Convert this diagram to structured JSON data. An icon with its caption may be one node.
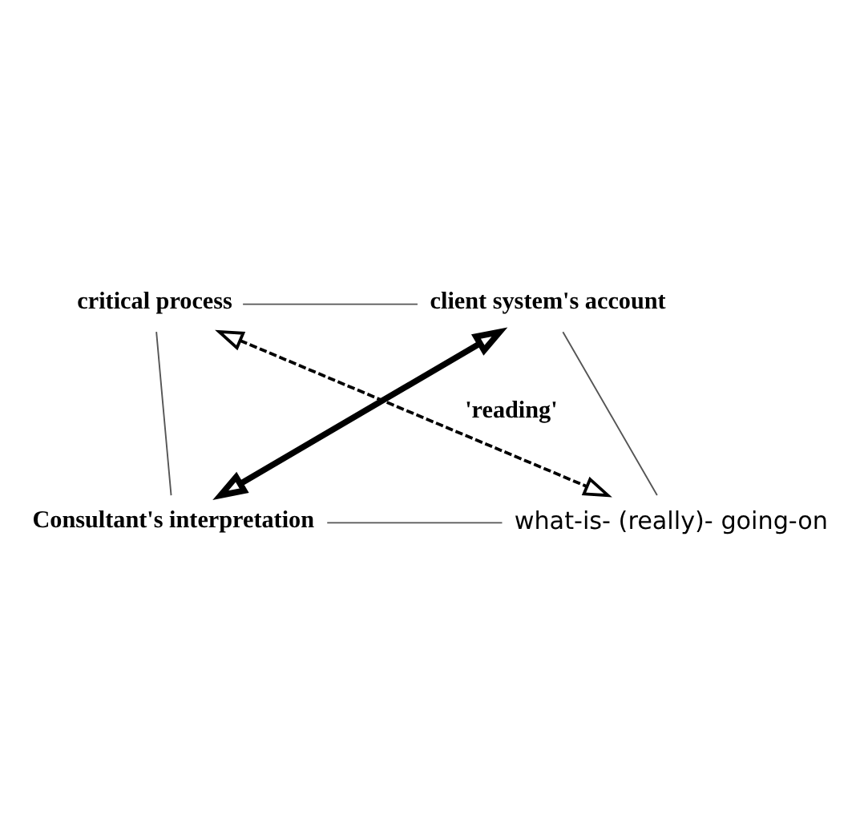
{
  "diagram": {
    "nodes": [
      {
        "text": [
          "critical process"
        ]
      },
      {
        "text": [
          "client system's account"
        ]
      },
      {
        "text": [
          "Consultant's interpretation"
        ]
      },
      {
        "text": [
          "what-is- (really)- going-on"
        ]
      }
    ],
    "edges": [
      {
        "from": 0,
        "to": 1,
        "arrow": "none"
      },
      {
        "from": 0,
        "to": 2,
        "arrow": "none"
      },
      {
        "from": 1,
        "to": 3,
        "arrow": "none"
      },
      {
        "from": 2,
        "to": 3,
        "arrow": "none"
      },
      {
        "from": 2,
        "to": 1,
        "arrow": "both",
        "style": "thick"
      },
      {
        "from": 0,
        "to": 3,
        "arrow": "both",
        "style": "dashed"
      }
    ],
    "labels": [
      "'reading'"
    ]
  }
}
